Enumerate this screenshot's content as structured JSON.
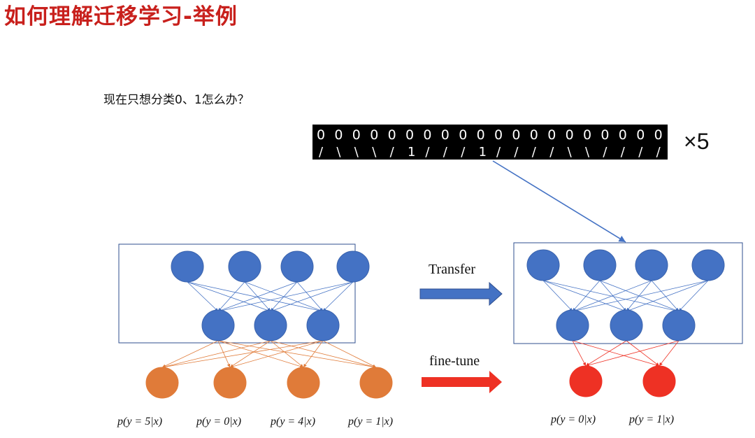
{
  "title": "如何理解迁移学习-举例",
  "question": "现在只想分类0、1怎么办？",
  "multiplier": "×5",
  "digits": {
    "row_top": [
      "0",
      "0",
      "0",
      "0",
      "0",
      "0",
      "0",
      "0",
      "0",
      "0",
      "0",
      "0",
      "0",
      "0",
      "0",
      "0",
      "0",
      "0",
      "0",
      "0"
    ],
    "row_bottom": [
      "/",
      "\\",
      "\\",
      "\\",
      "/",
      "1",
      "/",
      "/",
      "/",
      "1",
      "/",
      "/",
      "/",
      "/",
      "\\",
      "\\",
      "/",
      "/",
      "/",
      "/"
    ]
  },
  "transfer_label": "Transfer",
  "finetune_label": "fine-tune",
  "left_outputs": [
    "p(y = 5|x)",
    "p(y = 0|x)",
    "p(y = 4|x)",
    "p(y = 1|x)"
  ],
  "right_outputs": [
    "p(y = 0|x)",
    "p(y = 1|x)"
  ],
  "colors": {
    "title": "#c8201c",
    "node_blue": "#4472c4",
    "node_orange": "#e07b39",
    "node_red": "#ee3124",
    "box_border": "#2f4f8f"
  }
}
